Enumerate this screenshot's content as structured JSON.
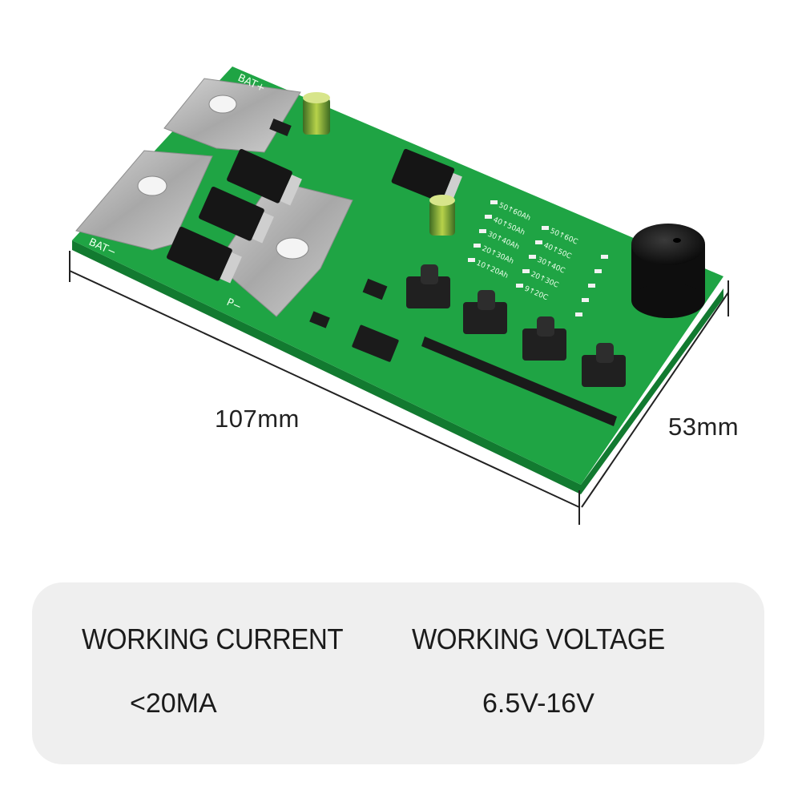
{
  "board": {
    "silkscreen": {
      "bat_plus": "BAT+",
      "bat_minus": "BAT−",
      "p_minus": "P−",
      "capacity_list": [
        "50↑60Ah",
        "40↑50Ah",
        "30↑40Ah",
        "20↑30Ah",
        "10↑20Ah"
      ],
      "c_rate_list": [
        "50↑60C",
        "40↑50C",
        "30↑40C",
        "20↑30C",
        "9↑20C"
      ]
    },
    "dimensions": {
      "length": "107mm",
      "width": "53mm"
    },
    "colors": {
      "pcb": "#1fa444",
      "copper_pad": "#b9b9b9",
      "component_black": "#1b1b1b"
    }
  },
  "specs": {
    "current": {
      "label": "WORKING CURRENT",
      "value": "<20MA"
    },
    "voltage": {
      "label": "WORKING VOLTAGE",
      "value": "6.5V-16V"
    }
  }
}
